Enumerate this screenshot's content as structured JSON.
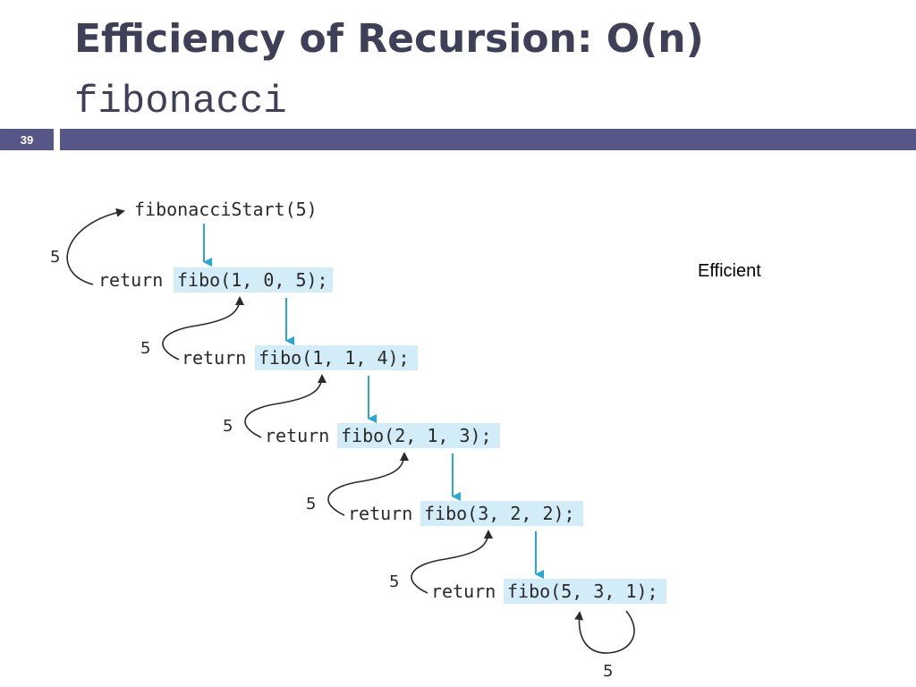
{
  "slide": {
    "title": "Efficiency of Recursion: O(n)",
    "subtitle": "fibonacci",
    "number": "39",
    "note": "Efficient",
    "accent_color": "#575787",
    "highlight_color": "#d2edf7",
    "call_arrow_color": "#29a6d8"
  },
  "diagram": {
    "start_call": "fibonacciStart(5)",
    "return_keyword": "return",
    "steps": [
      {
        "call": "fibo(1, 0, 5);",
        "return_value": "5"
      },
      {
        "call": "fibo(1, 1, 4);",
        "return_value": "5"
      },
      {
        "call": "fibo(2, 1, 3);",
        "return_value": "5"
      },
      {
        "call": "fibo(3, 2, 2);",
        "return_value": "5"
      },
      {
        "call": "fibo(5, 3, 1);",
        "return_value": "5"
      }
    ],
    "final_return_value": "5"
  }
}
